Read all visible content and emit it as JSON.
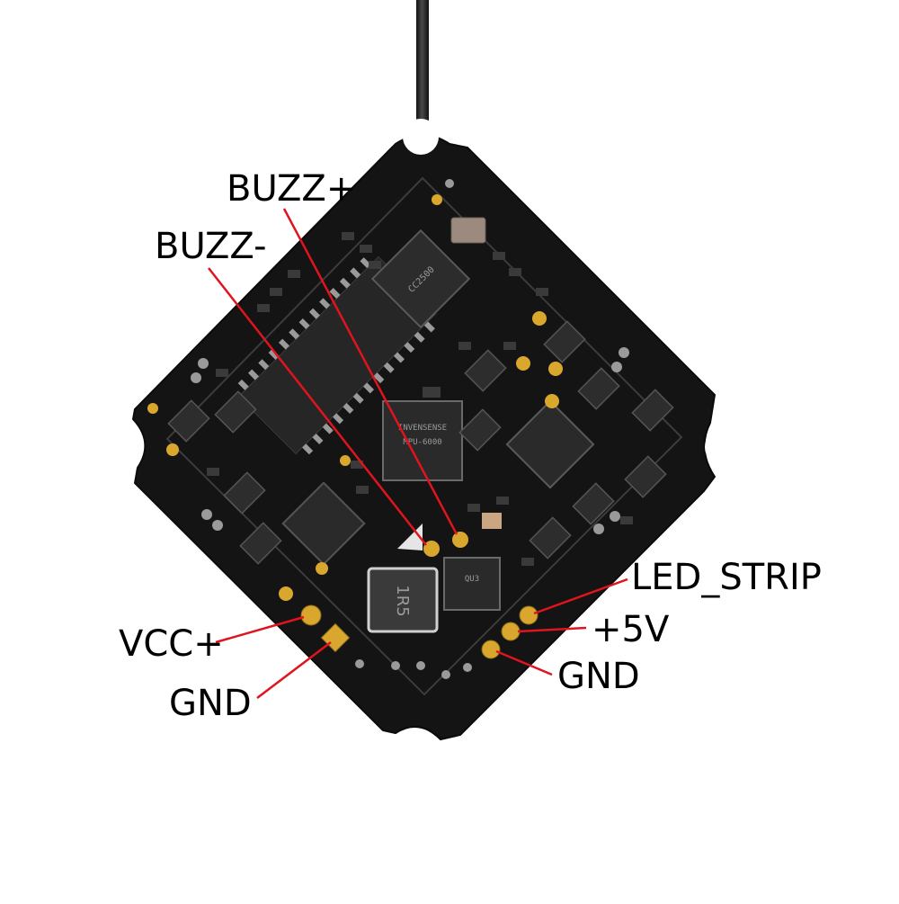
{
  "diagram": {
    "labels": {
      "buzz_plus": "BUZZ+",
      "buzz_minus": "BUZZ-",
      "led_strip": "LED_STRIP",
      "plus_5v": "+5V",
      "gnd_right": "GND",
      "vcc_plus": "VCC+",
      "gnd_left": "GND"
    },
    "chips": {
      "imu_brand": "INVENSENSE",
      "imu_model": "MPU-6000",
      "rx_chip": "CC2500",
      "inductor": "1R5",
      "regulator": "QU3"
    },
    "colors": {
      "board": "#141414",
      "pad_gold": "#d9a72e",
      "leader_line": "#e0141e",
      "label_text": "#000000",
      "antenna": "#2a2a2a"
    }
  }
}
